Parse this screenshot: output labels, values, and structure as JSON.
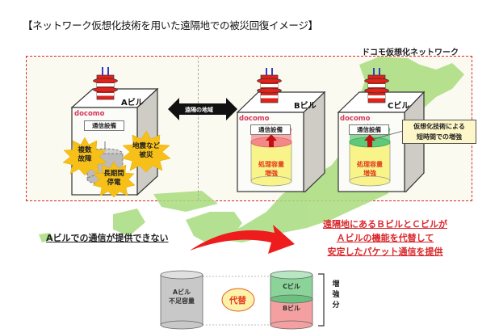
{
  "title": "【ネットワーク仮想化技術を用いた遠隔地での被災回復イメージ】",
  "network": {
    "label": "ドコモ仮想化ネットワーク",
    "border_color": "#d9262a",
    "map_color": "#a8dc7e"
  },
  "distance_arrow": {
    "label": "遠隔の地域"
  },
  "buildings": [
    {
      "name": "Aビル",
      "brand": "docomo",
      "equipment": "通信設備",
      "disasters": [
        {
          "text": "複数\n故障"
        },
        {
          "text": "地震など\n被災"
        },
        {
          "text": "長期間\n停電"
        }
      ]
    },
    {
      "name": "Bビル",
      "brand": "docomo",
      "equipment": "通信設備",
      "capacity_label_1": "処理容量",
      "capacity_label_2": "増強",
      "boost_color": "#f08a8a"
    },
    {
      "name": "Cビル",
      "brand": "docomo",
      "equipment": "通信設備",
      "capacity_label_1": "処理容量",
      "capacity_label_2": "増強",
      "boost_color": "#5fc87a"
    }
  ],
  "callout": {
    "line1": "仮想化技術による",
    "line2": "短時間での増強"
  },
  "messages": {
    "left": "Aビルでの通信が提供できない",
    "right_line1": "遠隔地にあるＢビルとＣビルが",
    "right_line2": "Ａビルの機能を代替して",
    "right_line3": "安定したパケット通信を提供"
  },
  "capacity_diagram": {
    "left_cylinder_line1": "Aビル",
    "left_cylinder_line2": "不足容量",
    "substitute_label": "代替",
    "right_top_label": "Cビル",
    "right_bottom_label": "Bビル",
    "brace_label": [
      "増",
      "強",
      "分"
    ]
  }
}
